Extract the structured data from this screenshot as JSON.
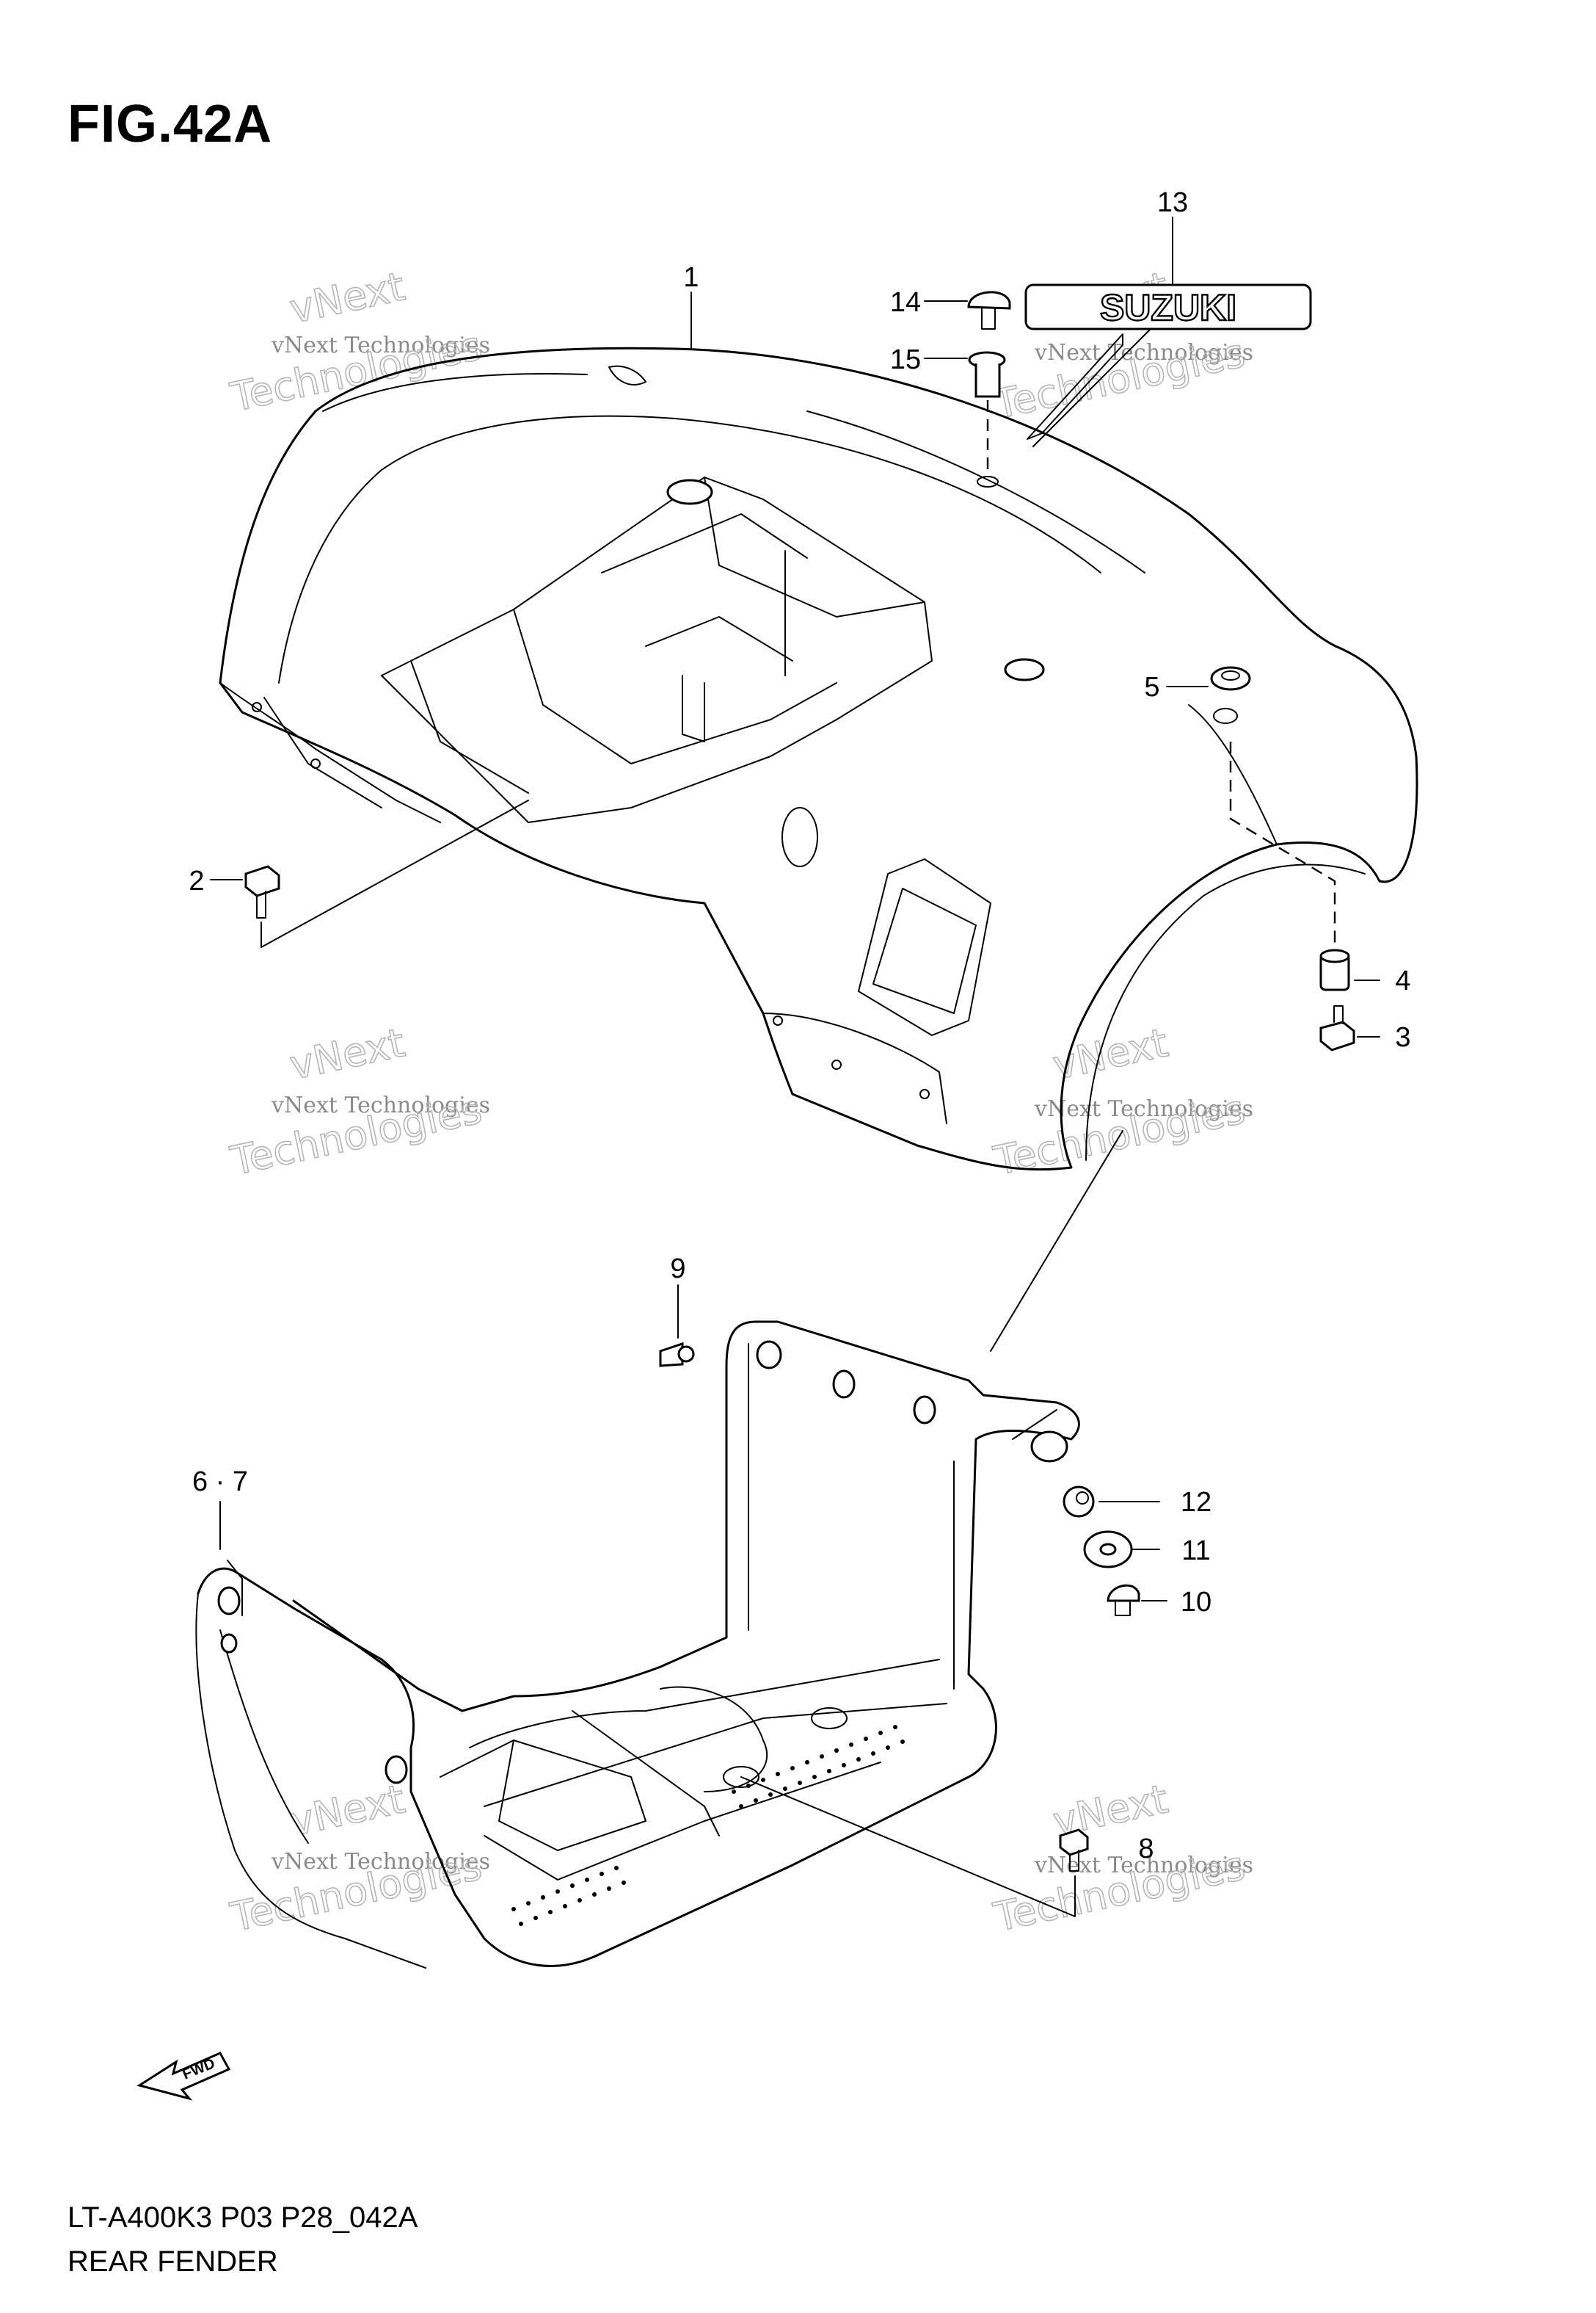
{
  "figure": {
    "title": "FIG.42A"
  },
  "callouts": [
    "1",
    "2",
    "3",
    "4",
    "5",
    "6 · 7",
    "8",
    "9",
    "10",
    "11",
    "12",
    "13",
    "14",
    "15"
  ],
  "logo": {
    "text": "SUZUKI"
  },
  "direction_arrow": {
    "text": "FWD"
  },
  "watermark": {
    "line1": "vNext Technologies",
    "line2": "vNext",
    "line3": "Technologies"
  },
  "footer": {
    "model_code": "LT-A400K3 P03 P28_042A",
    "section_name": "REAR FENDER"
  }
}
